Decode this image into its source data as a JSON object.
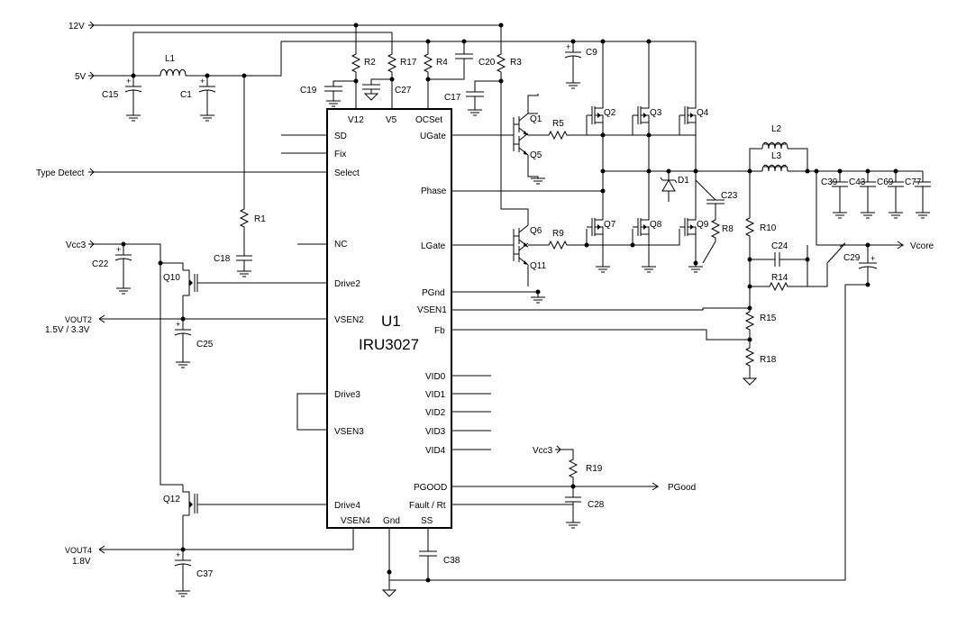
{
  "chip": {
    "ref": "U1",
    "part": "IRU3027"
  },
  "pins_left": {
    "sd": "SD",
    "fix": "Fix",
    "select": "Select",
    "nc": "NC",
    "drive2": "Drive2",
    "vsen2": "VSEN2",
    "drive3": "Drive3",
    "vsen3": "VSEN3",
    "drive4": "Drive4",
    "vsen4": "VSEN4"
  },
  "pins_top": {
    "v12": "V12",
    "v5": "V5",
    "ocset": "OCSet"
  },
  "pins_right": {
    "ugate": "UGate",
    "phase": "Phase",
    "lgate": "LGate",
    "pgnd": "PGnd",
    "vsen1": "VSEN1",
    "fb": "Fb",
    "vid0": "VID0",
    "vid1": "VID1",
    "vid2": "VID2",
    "vid3": "VID3",
    "vid4": "VID4",
    "pgood": "PGOOD",
    "fault": "Fault / Rt"
  },
  "pins_bottom": {
    "gnd": "Gnd",
    "ss": "SS"
  },
  "ports": {
    "v12": "12V",
    "v5": "5V",
    "type_detect": "Type Detect",
    "vcc3_a": "Vcc3",
    "vcc3_b": "Vcc3",
    "vout2": "VOUT2",
    "vout2_val": "1.5V / 3.3V",
    "vout4": "VOUT4",
    "vout4_val": "1.8V",
    "vcore": "Vcore",
    "pgood": "PGood"
  },
  "refs": {
    "r1": "R1",
    "r2": "R2",
    "r3": "R3",
    "r4": "R4",
    "r5": "R5",
    "r8": "R8",
    "r9": "R9",
    "r10": "R10",
    "r14": "R14",
    "r15": "R15",
    "r17": "R17",
    "r18": "R18",
    "r19": "R19",
    "c1": "C1",
    "c9": "C9",
    "c15": "C15",
    "c17": "C17",
    "c18": "C18",
    "c19": "C19",
    "c20": "C20",
    "c22": "C22",
    "c23": "C23",
    "c24": "C24",
    "c25": "C25",
    "c27": "C27",
    "c28": "C28",
    "c29": "C29",
    "c37": "C37",
    "c38": "C38",
    "c39": "C39",
    "c43": "C43",
    "c69": "C69",
    "c77": "C77",
    "l1": "L1",
    "l2": "L2",
    "l3": "L3",
    "d1": "D1",
    "q1": "Q1",
    "q2": "Q2",
    "q3": "Q3",
    "q4": "Q4",
    "q5": "Q5",
    "q6": "Q6",
    "q7": "Q7",
    "q8": "Q8",
    "q9": "Q9",
    "q10": "Q10",
    "q11": "Q11",
    "q12": "Q12"
  }
}
